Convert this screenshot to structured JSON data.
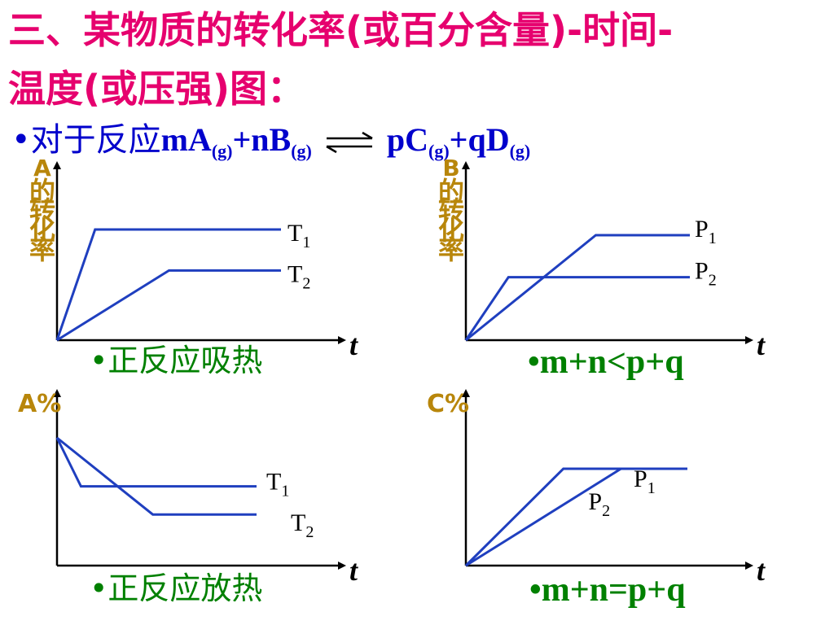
{
  "title": {
    "line1": "三、某物质的转化率(或百分含量)-时间-",
    "line2": "温度(或压强)图："
  },
  "reaction": {
    "prefix": "•对于反应",
    "left": [
      {
        "coef": "m",
        "species": "A",
        "state": "(g)"
      },
      {
        "coef": "+n",
        "species": "B",
        "state": "(g)"
      }
    ],
    "right": [
      {
        "coef": "p",
        "species": "C",
        "state": "(g)"
      },
      {
        "coef": "+q",
        "species": "D",
        "state": "(g)"
      }
    ]
  },
  "colors": {
    "title": "#e6006e",
    "reaction": "#0000cc",
    "line": "#1f3fbf",
    "ylabel": "#b8860b",
    "conclusion": "#008000",
    "axis": "#000000"
  },
  "graphs": [
    {
      "id": "g1",
      "ylabel": "A的转化率",
      "ylabel_vertical": true,
      "xlabel": "t",
      "curves": [
        {
          "label": "T",
          "sub": "1",
          "points": [
            [
              0,
              0
            ],
            [
              0.17,
              1.0
            ],
            [
              1.0,
              1.0
            ]
          ]
        },
        {
          "label": "T",
          "sub": "2",
          "points": [
            [
              0,
              0
            ],
            [
              0.5,
              0.63
            ],
            [
              1.0,
              0.63
            ]
          ]
        }
      ],
      "conclusion": "•正反应吸热"
    },
    {
      "id": "g2",
      "ylabel": "B的转化率",
      "ylabel_vertical": true,
      "xlabel": "t",
      "curves": [
        {
          "label": "P",
          "sub": "1",
          "points": [
            [
              0,
              0
            ],
            [
              0.58,
              1.0
            ],
            [
              1.0,
              1.0
            ]
          ]
        },
        {
          "label": "P",
          "sub": "2",
          "points": [
            [
              0,
              0
            ],
            [
              0.19,
              0.6
            ],
            [
              1.0,
              0.6
            ]
          ]
        }
      ],
      "conclusion": "•m+n<p+q"
    },
    {
      "id": "g3",
      "ylabel": "A%",
      "ylabel_vertical": false,
      "xlabel": "t",
      "curves": [
        {
          "label": "T",
          "sub": "1",
          "points": [
            [
              0,
              1.0
            ],
            [
              0.12,
              0.62
            ],
            [
              1.0,
              0.62
            ]
          ]
        },
        {
          "label": "T",
          "sub": "2",
          "points": [
            [
              0,
              1.0
            ],
            [
              0.48,
              0.4
            ],
            [
              1.0,
              0.4
            ]
          ]
        }
      ],
      "conclusion": "•正反应放热"
    },
    {
      "id": "g4",
      "ylabel": "C%",
      "ylabel_vertical": false,
      "xlabel": "t",
      "curves": [
        {
          "label": "P",
          "sub": "1",
          "points": [
            [
              0,
              0
            ],
            [
              0.44,
              1.0
            ],
            [
              1.0,
              1.0
            ]
          ]
        },
        {
          "label": "P",
          "sub": "2",
          "points": [
            [
              0,
              0
            ],
            [
              0.7,
              1.0
            ]
          ]
        }
      ],
      "conclusion": "•m+n=p+q"
    }
  ]
}
